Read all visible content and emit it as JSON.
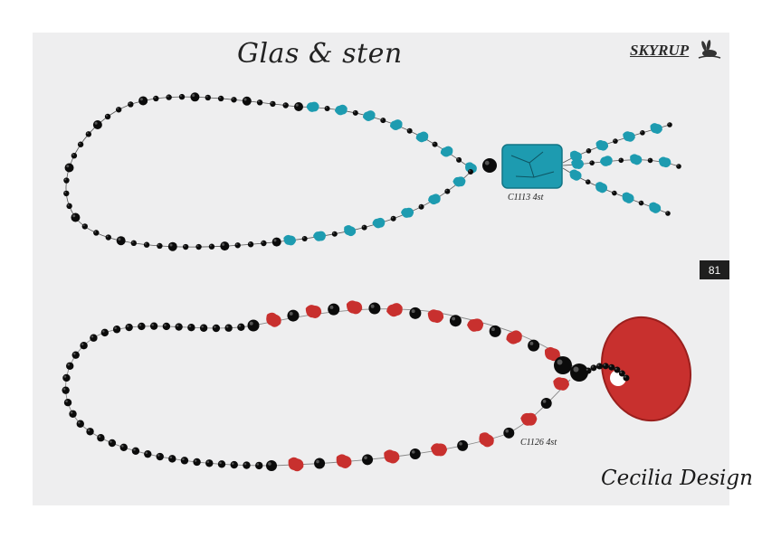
{
  "header": {
    "title": "Glas & sten",
    "brand": "SKYRUP"
  },
  "page_number": "81",
  "products": [
    {
      "code": "C1113",
      "qty": "4st",
      "label": "C1113   4st",
      "material": "turquoise stone",
      "color": "#1d9bb0"
    },
    {
      "code": "C1126",
      "qty": "4st",
      "label": "C1126   4st",
      "material": "red coral stone",
      "color": "#c8302e"
    }
  ],
  "footer": {
    "signature": "Cecilia Design"
  },
  "colors": {
    "background": "#eeeeef",
    "bead_black": "#0b0b0b",
    "turquoise": "#1d9bb0",
    "red": "#c8302e"
  }
}
